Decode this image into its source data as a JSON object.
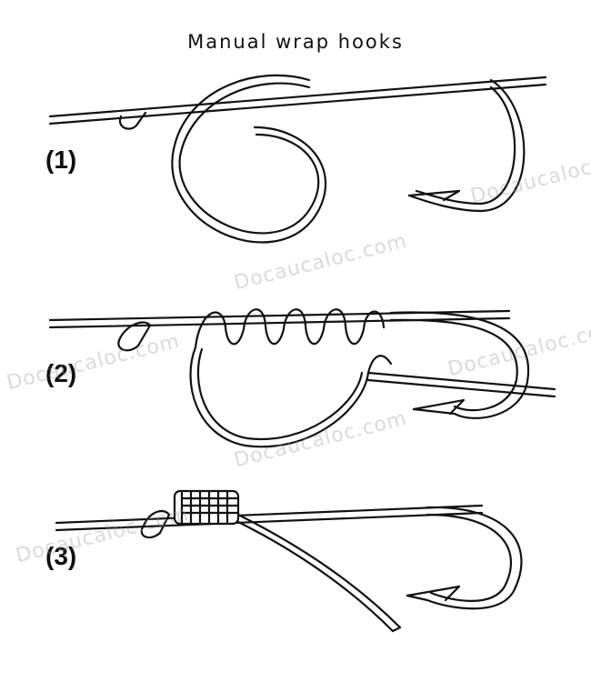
{
  "title": "Manual wrap hooks",
  "steps": [
    {
      "label": "(1)"
    },
    {
      "label": "(2)"
    },
    {
      "label": "(3)"
    }
  ],
  "watermark": "Docaucaloc.com"
}
